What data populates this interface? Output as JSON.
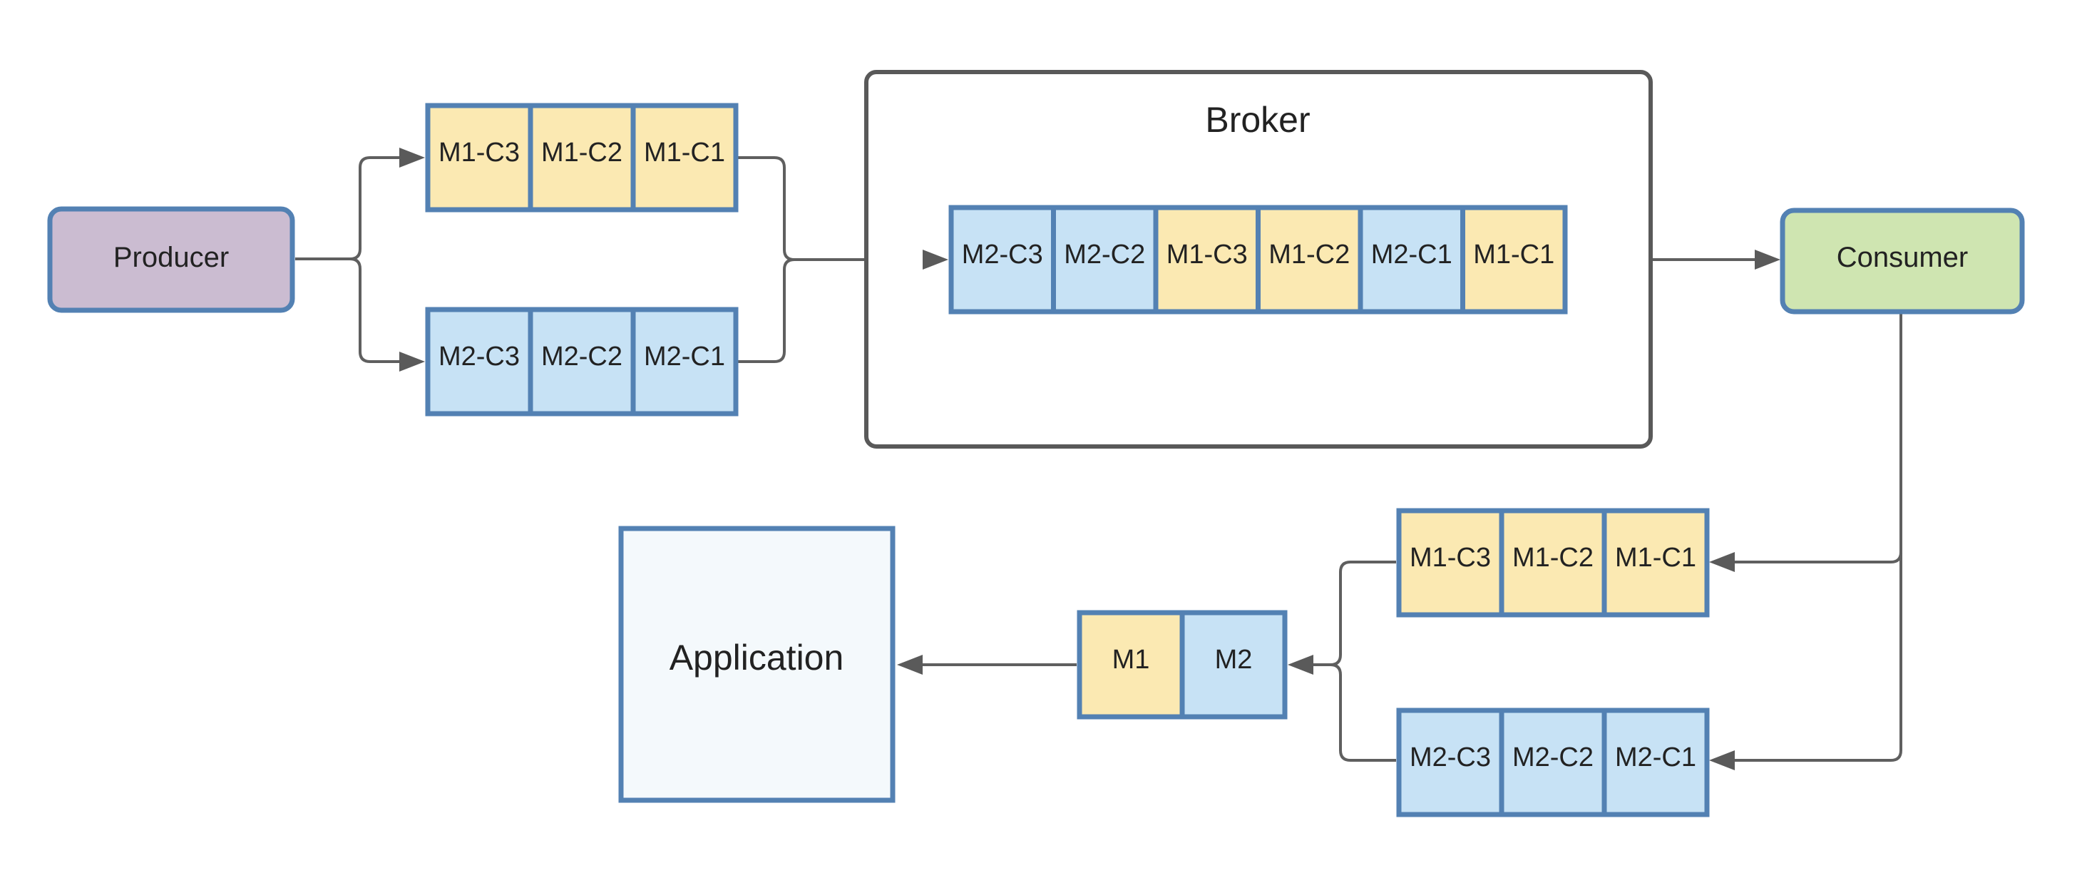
{
  "diagram": {
    "colors": {
      "m1_fill": "#FBE9B2",
      "m2_fill": "#C7E2F5",
      "cell_border": "#5381B3",
      "producer_fill": "#CBBCD1",
      "consumer_fill": "#CFE5B1",
      "application_fill": "#F4F9FC",
      "broker_border": "#595959",
      "connector": "#5F5F5F",
      "text": "#222222"
    },
    "producer": {
      "label": "Producer"
    },
    "consumer": {
      "label": "Consumer"
    },
    "broker": {
      "label": "Broker",
      "queue": [
        {
          "label": "M2-C3",
          "message": "M2"
        },
        {
          "label": "M2-C2",
          "message": "M2"
        },
        {
          "label": "M1-C3",
          "message": "M1"
        },
        {
          "label": "M1-C2",
          "message": "M1"
        },
        {
          "label": "M2-C1",
          "message": "M2"
        },
        {
          "label": "M1-C1",
          "message": "M1"
        }
      ]
    },
    "producer_queues": [
      {
        "name": "producer-queue-m1",
        "cells": [
          {
            "label": "M1-C3",
            "message": "M1"
          },
          {
            "label": "M1-C2",
            "message": "M1"
          },
          {
            "label": "M1-C1",
            "message": "M1"
          }
        ]
      },
      {
        "name": "producer-queue-m2",
        "cells": [
          {
            "label": "M2-C3",
            "message": "M2"
          },
          {
            "label": "M2-C2",
            "message": "M2"
          },
          {
            "label": "M2-C1",
            "message": "M2"
          }
        ]
      }
    ],
    "consumer_queues": [
      {
        "name": "consumer-queue-m1",
        "cells": [
          {
            "label": "M1-C3",
            "message": "M1"
          },
          {
            "label": "M1-C2",
            "message": "M1"
          },
          {
            "label": "M1-C1",
            "message": "M1"
          }
        ]
      },
      {
        "name": "consumer-queue-m2",
        "cells": [
          {
            "label": "M2-C3",
            "message": "M2"
          },
          {
            "label": "M2-C2",
            "message": "M2"
          },
          {
            "label": "M2-C1",
            "message": "M2"
          }
        ]
      }
    ],
    "assembled_queue": [
      {
        "label": "M1",
        "message": "M1"
      },
      {
        "label": "M2",
        "message": "M2"
      }
    ],
    "application": {
      "label": "Application"
    }
  }
}
